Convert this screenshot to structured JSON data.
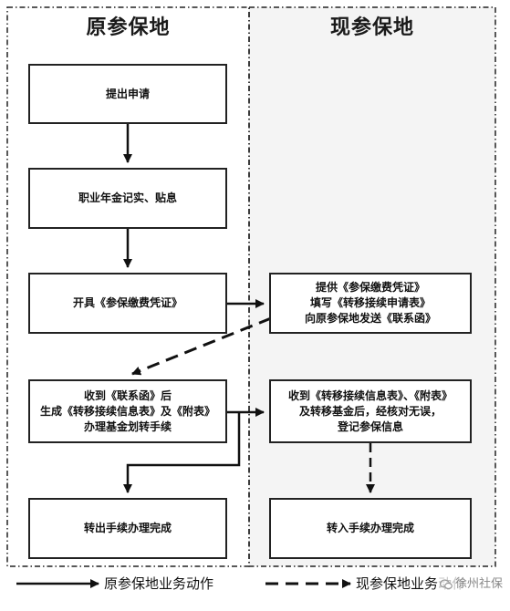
{
  "lanes": {
    "left_title": "原参保地",
    "right_title": "现参保地"
  },
  "boxes": {
    "apply": [
      "提出申请"
    ],
    "record": [
      "职业年金记实、贴息"
    ],
    "issue": [
      "开具《参保缴费凭证》"
    ],
    "provide": [
      "提供《参保缴费凭证》",
      "填写《转移接续申请表》",
      "向原参保地发送《联系函》"
    ],
    "receive": [
      "收到《联系函》后",
      "生成《转移接续信息表》及《附表》",
      "办理基金划转手续"
    ],
    "register": [
      "收到《转移接续信息表》、《附表》",
      "及转移基金后，经核对无误，",
      "登记参保信息"
    ],
    "out_done": [
      "转出手续办理完成"
    ],
    "in_done": [
      "转入手续办理完成"
    ]
  },
  "legend": {
    "solid_label": "原参保地业务动作",
    "dashed_label": "现参保地业务动作"
  },
  "watermark": {
    "text": "徐州社保",
    "icon": "wechat-icon"
  },
  "colors": {
    "line": "#111111",
    "right_lane_bg": "#f4f4f4"
  }
}
